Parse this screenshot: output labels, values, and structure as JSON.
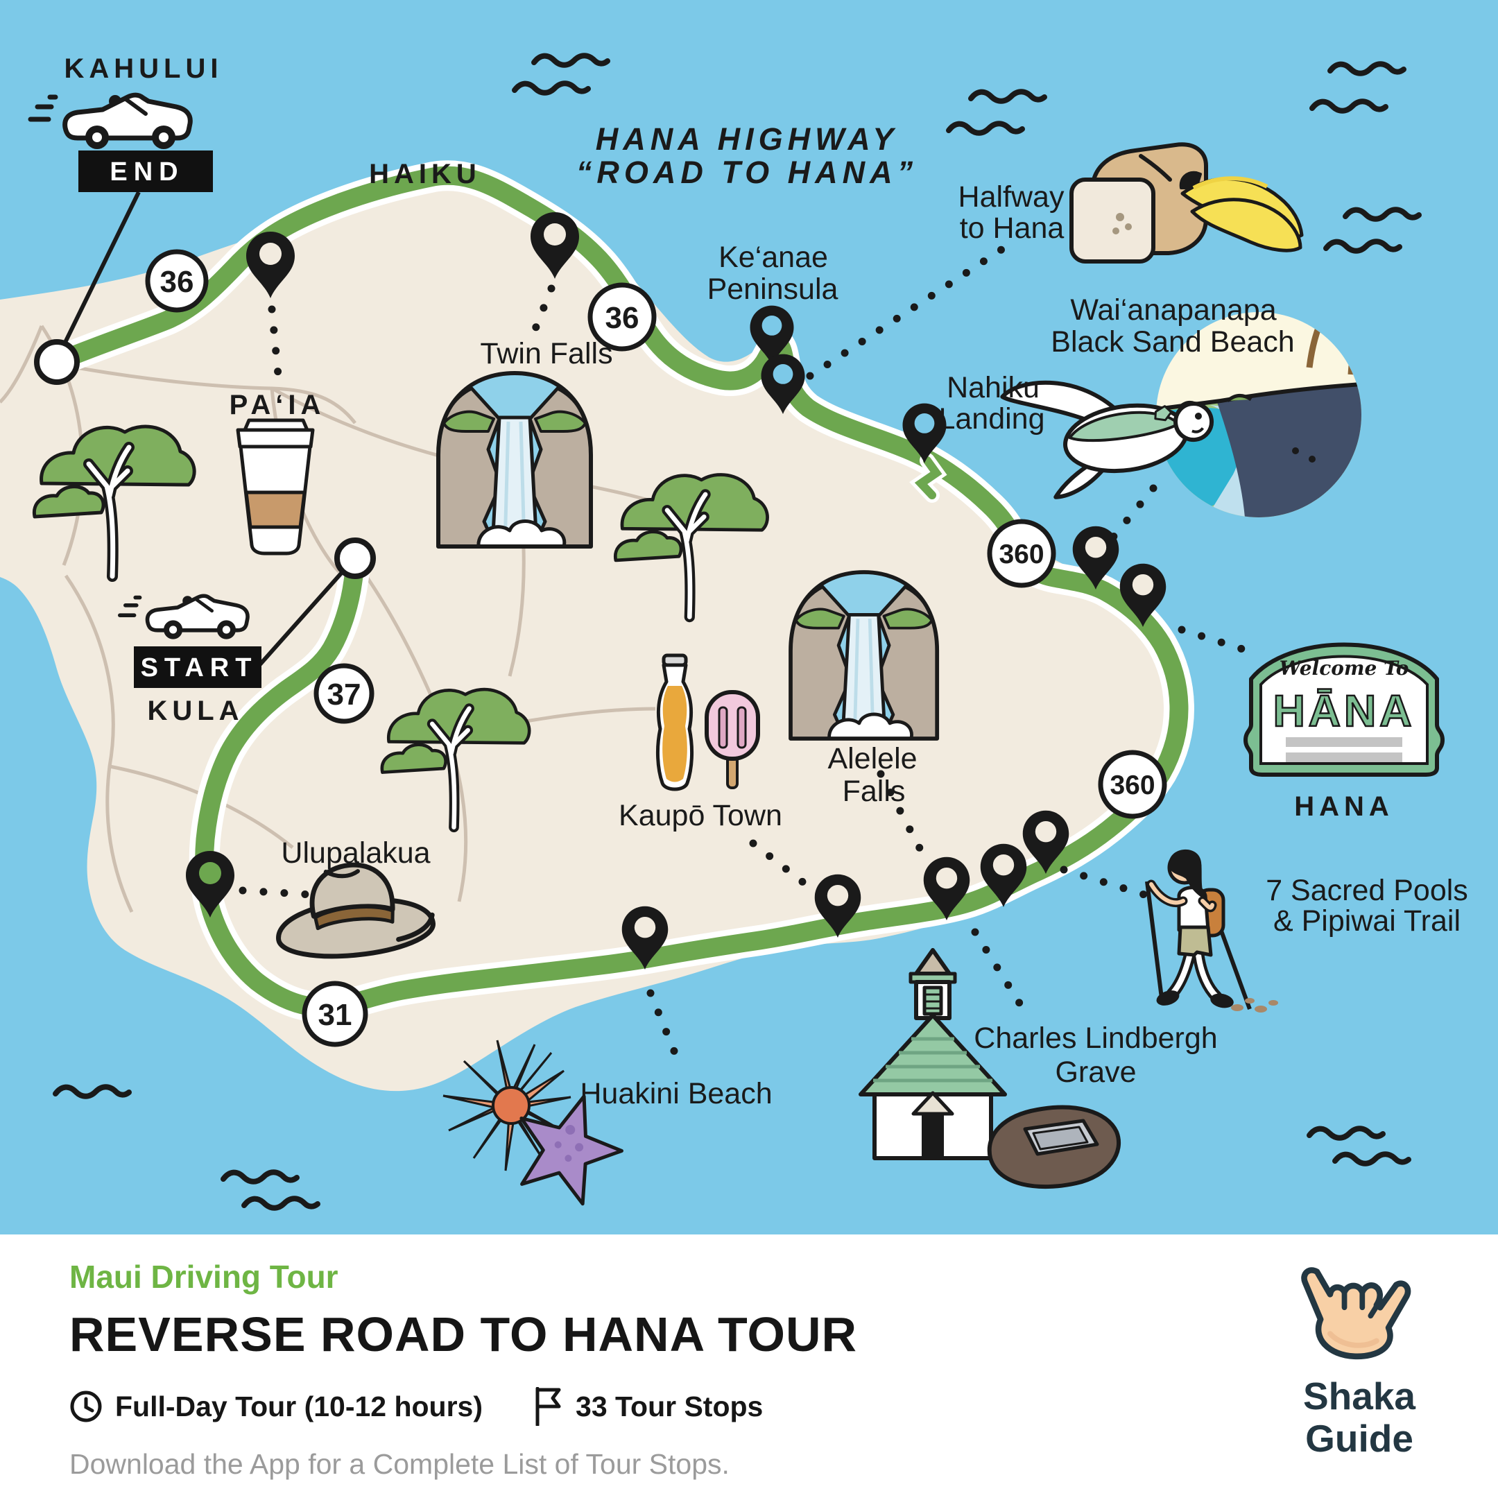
{
  "colors": {
    "ocean": "#7CC9E8",
    "land": "#F2EBDF",
    "route_green": "#6DA74F",
    "accent_green": "#6EB544",
    "ink": "#1A1A1A",
    "muted_gray": "#9B9B9B",
    "brand_navy": "#233742",
    "sign_green": "#7CBE92"
  },
  "map": {
    "cities": {
      "kahului": "KAHULUI",
      "haiku": "HAIKU",
      "paia": "PA‘IA",
      "kula": "KULA",
      "hana": "HANA"
    },
    "route_flags": {
      "end": "END",
      "start": "START"
    },
    "highway_title": [
      "HANA HIGHWAY",
      "“ROAD TO HANA”"
    ],
    "badges": {
      "hwy36_west": "36",
      "hwy36_east": "36",
      "hwy360_north": "360",
      "hwy360_south": "360",
      "hwy37": "37",
      "hwy31": "31"
    },
    "stops": {
      "twin_falls": "Twin Falls",
      "keanae_line1": "Ke‘anae",
      "keanae_line2": "Peninsula",
      "halfway_line1": "Halfway",
      "halfway_line2": "to Hana",
      "nahiku_line1": "Nahiku",
      "nahiku_line2": "Landing",
      "waianapanapa_line1": "Wai‘anapanapa",
      "waianapanapa_line2": "Black Sand Beach",
      "sacred_line1": "7 Sacred Pools",
      "sacred_line2": "& Pipiwai Trail",
      "lindbergh_line1": "Charles Lindbergh",
      "lindbergh_line2": "Grave",
      "alelele_line1": "Alelele",
      "alelele_line2": "Falls",
      "kaupo": "Kaupō Town",
      "huakini": "Huakini Beach",
      "ulupalakua": "Ulupalakua"
    },
    "hana_sign": {
      "welcome": "Welcome To",
      "name": "HĀNA"
    }
  },
  "footer": {
    "eyebrow": "Maui Driving Tour",
    "title": "REVERSE ROAD TO HANA TOUR",
    "duration": "Full-Day Tour (10-12 hours)",
    "stops": "33 Tour Stops",
    "download": "Download the App for a Complete List of Tour Stops.",
    "brand_line1": "Shaka",
    "brand_line2": "Guide"
  }
}
